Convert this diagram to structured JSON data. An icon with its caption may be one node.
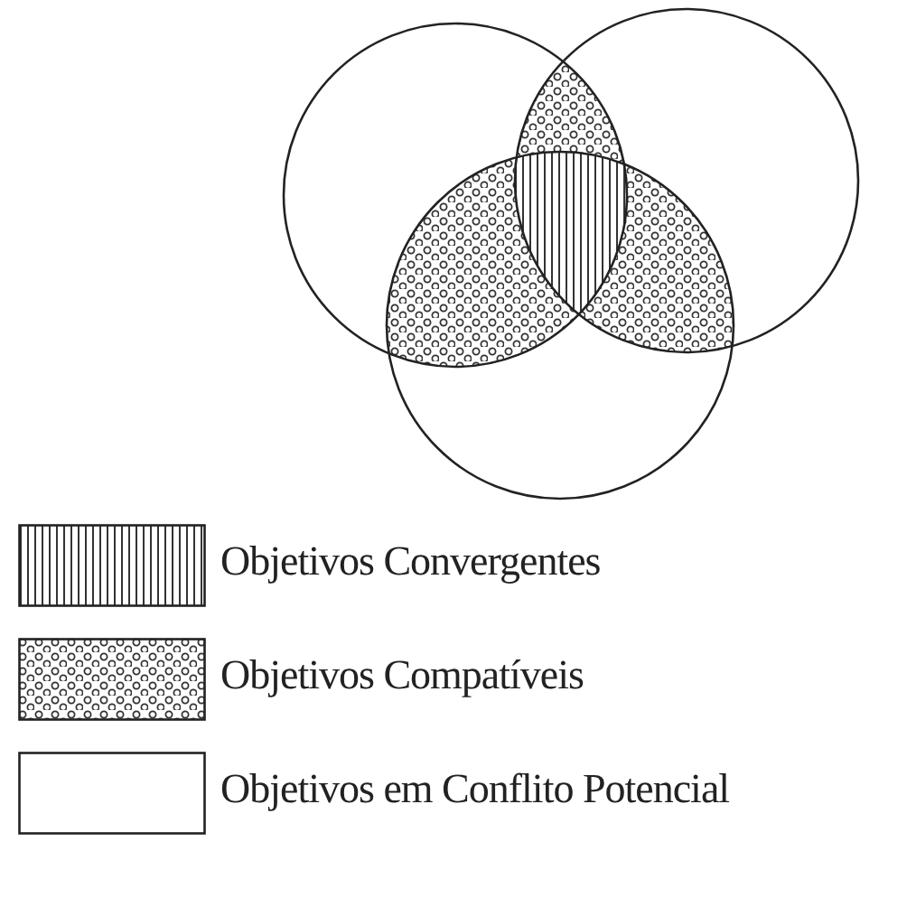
{
  "diagram": {
    "legend": [
      {
        "text": "Objetivos Convergentes"
      },
      {
        "text": "Objetivos Compatíveis"
      },
      {
        "text": "Objetivos em Conflito Potencial"
      }
    ]
  }
}
